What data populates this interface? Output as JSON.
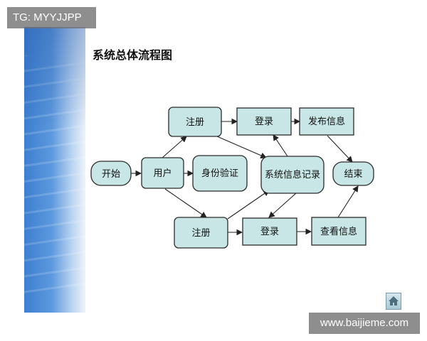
{
  "overlay": {
    "tag_text": "TG: MYYJJPP",
    "watermark_text": "www.baijieme.com"
  },
  "slide": {
    "title": "系统总体流程图"
  },
  "diagram": {
    "nodes": {
      "start": "开始",
      "user": "用户",
      "register_top": "注册",
      "identity": "身份验证",
      "login_top": "登录",
      "publish": "发布信息",
      "record": "系统信息记录",
      "end": "结束",
      "register_bottom": "注册",
      "login_bottom": "登录",
      "view": "查看信息"
    },
    "edges": [
      [
        "start",
        "user"
      ],
      [
        "user",
        "register_top"
      ],
      [
        "user",
        "identity"
      ],
      [
        "user",
        "register_bottom"
      ],
      [
        "register_top",
        "login_top"
      ],
      [
        "register_top",
        "record"
      ],
      [
        "login_top",
        "publish"
      ],
      [
        "publish",
        "end"
      ],
      [
        "record",
        "login_top"
      ],
      [
        "register_bottom",
        "record"
      ],
      [
        "register_bottom",
        "login_bottom"
      ],
      [
        "record",
        "login_bottom"
      ],
      [
        "login_bottom",
        "view"
      ],
      [
        "view",
        "end"
      ]
    ]
  },
  "nav": {
    "home_icon": "home-icon"
  }
}
